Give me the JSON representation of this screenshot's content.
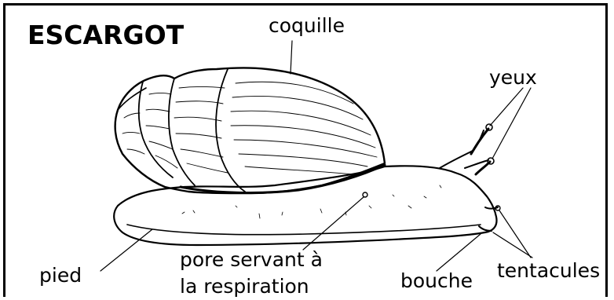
{
  "title": "ESCARGOT",
  "labels": {
    "coquille": "coquille",
    "yeux": "yeux",
    "pied": "pied",
    "pore_line1": "pore servant à",
    "pore_line2": "la respiration",
    "bouche": "bouche",
    "tentacules": "tentacules"
  }
}
